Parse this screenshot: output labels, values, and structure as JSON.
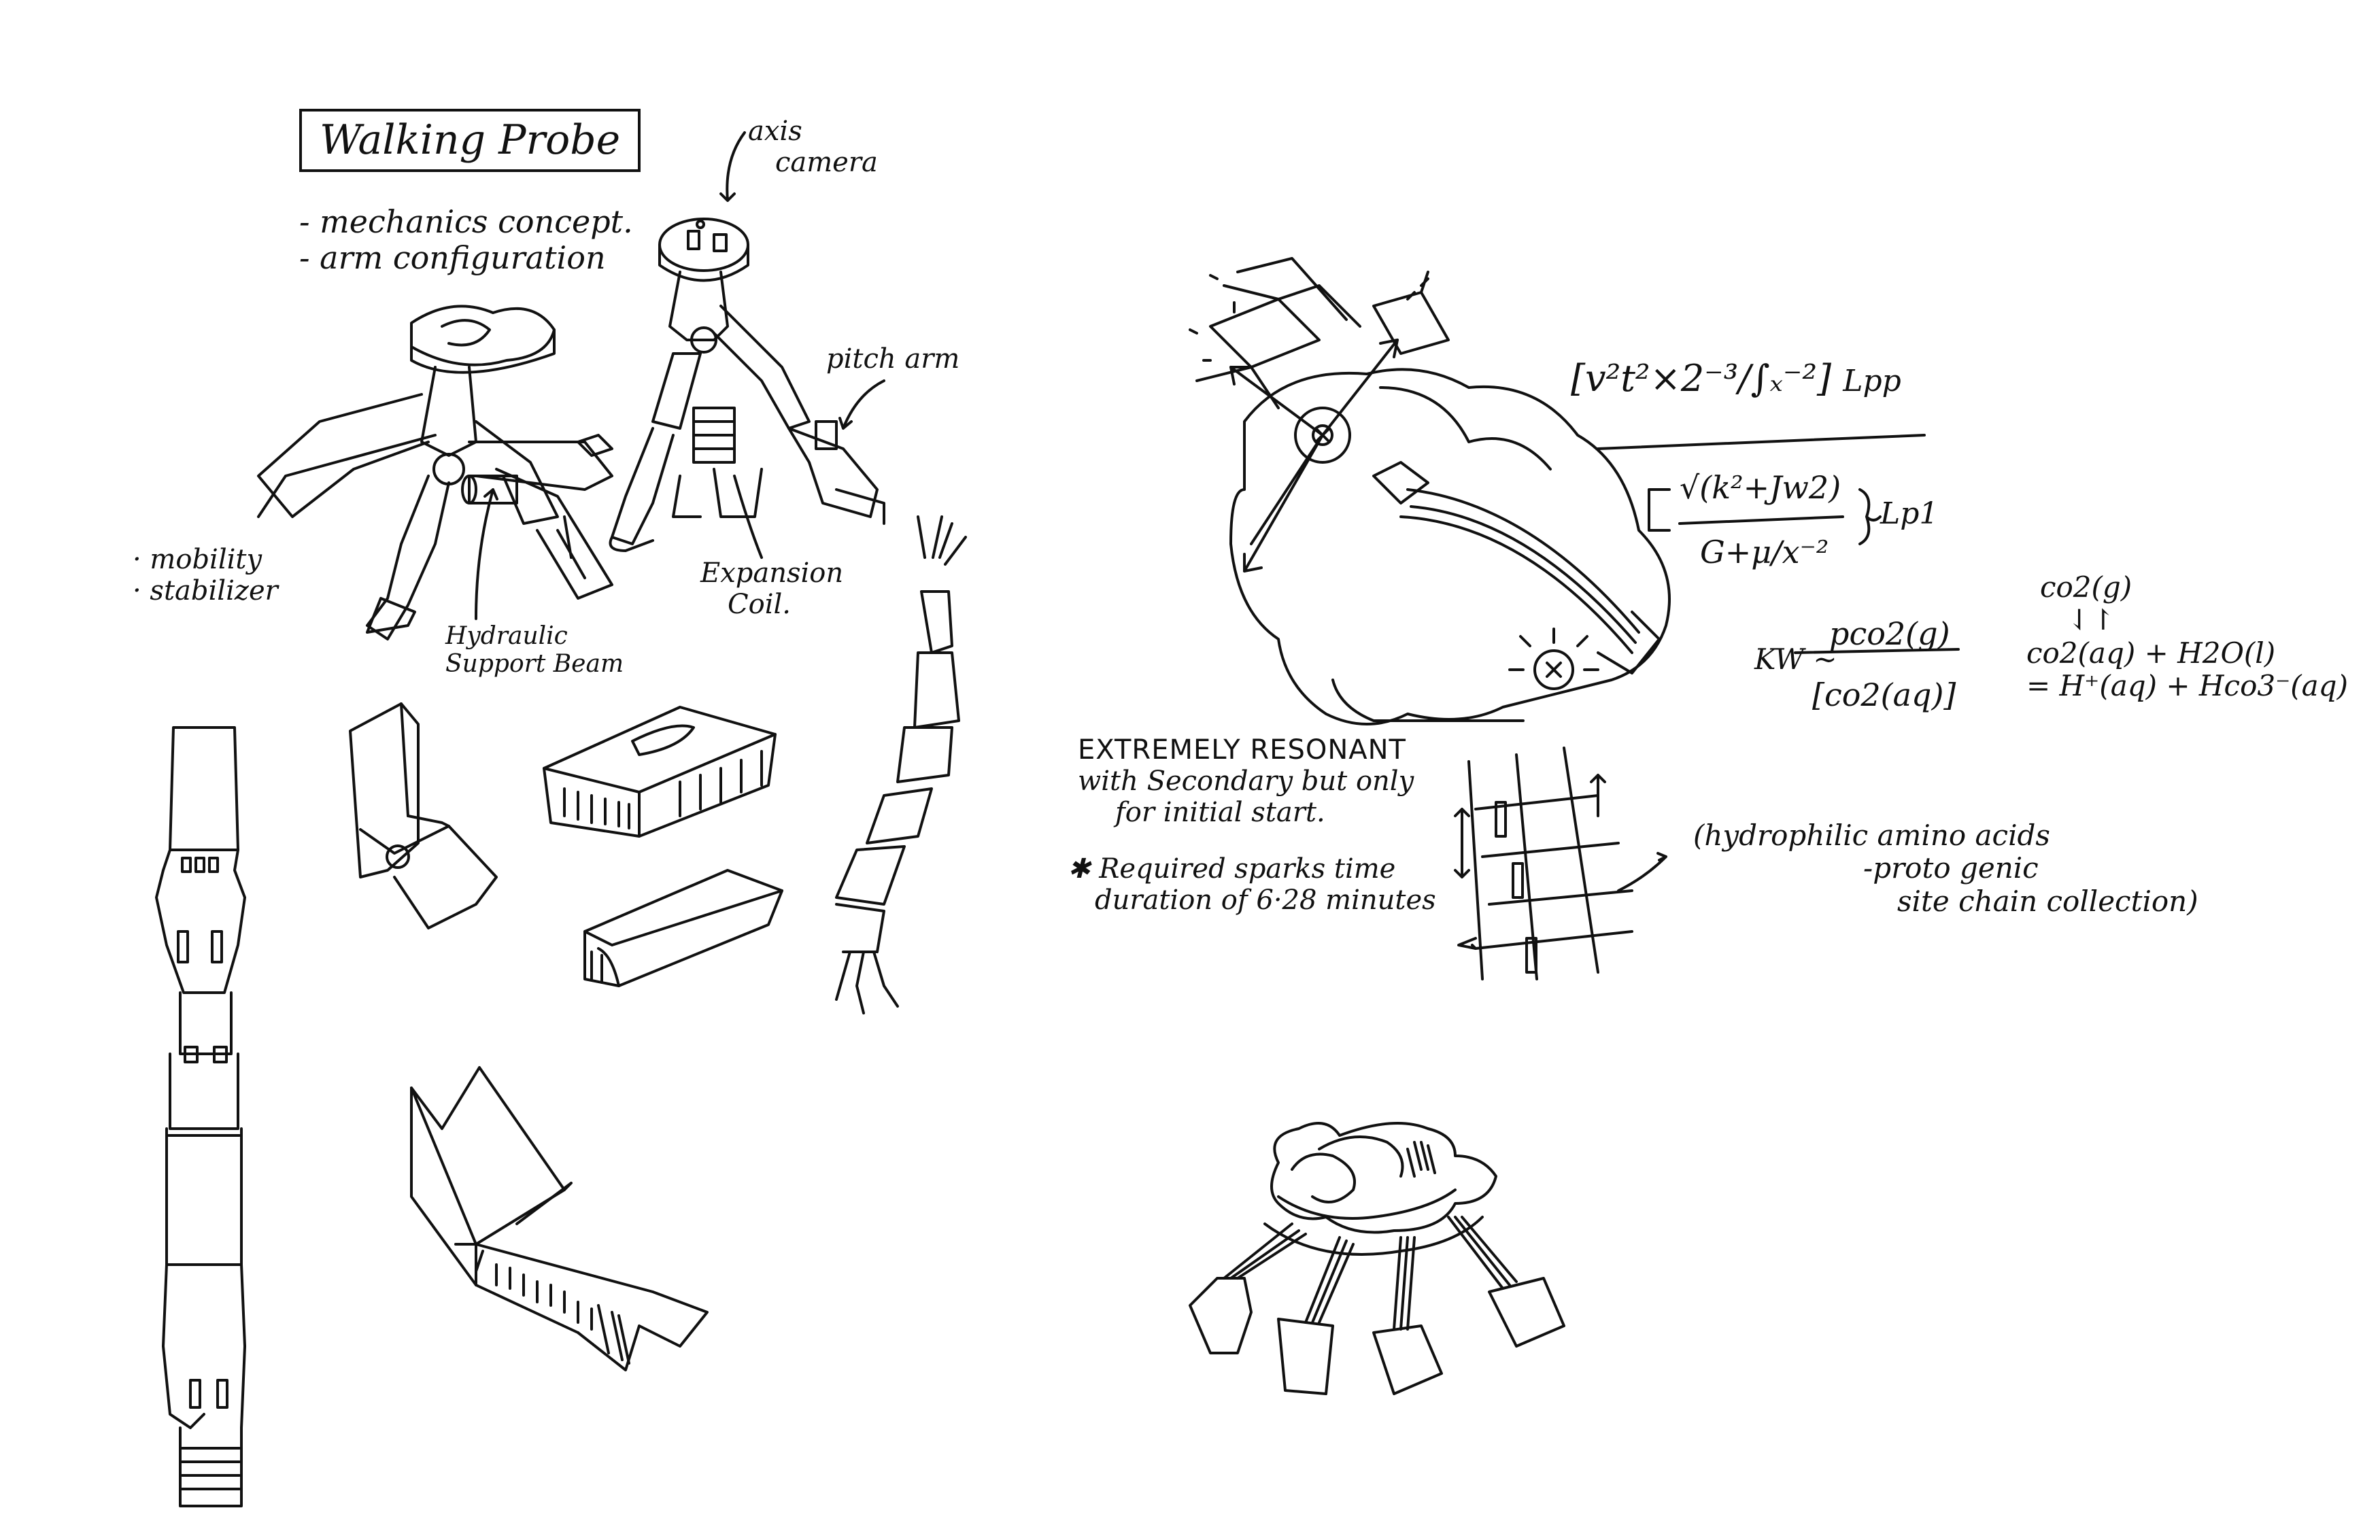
{
  "probe": {
    "title": "Walking Probe",
    "notes": [
      "- mechanics concept.",
      "- arm configuration"
    ],
    "axis_camera": [
      "axis",
      "camera"
    ],
    "pitch_arm": "pitch arm",
    "mobility_notes": [
      "· mobility",
      "· stabilizer"
    ],
    "hydraulic_beam": [
      "Hydraulic",
      "Support Beam"
    ],
    "expansion_coil": [
      "Expansion",
      "Coil."
    ]
  },
  "resonance": {
    "lines": [
      "EXTREMELY RESONANT",
      "with Secondary but only",
      "for initial start."
    ],
    "required_lines": [
      "Required sparks time",
      "duration of 6·28 minutes"
    ]
  },
  "amino": [
    "(hydrophilic amino acids",
    "-proto genic",
    "site chain collection)"
  ],
  "equations": {
    "eq1": "[v²t²×2⁻³/∫ₓ⁻²]",
    "eq1_suffix": "Lpp",
    "eq2_num": "√(k²+Jw2)",
    "eq2_den": "G+μ/x⁻²",
    "eq2_suffix": "Lp1",
    "kw_label": "KW ~",
    "kw_num": "pco2(g)",
    "kw_den": "[co2(aq)]",
    "chem_lines": [
      "co2(g)",
      "⇃↾",
      "co2(aq) + H2O(l)",
      "= H⁺(aq) + Hco3⁻(aq)"
    ]
  }
}
